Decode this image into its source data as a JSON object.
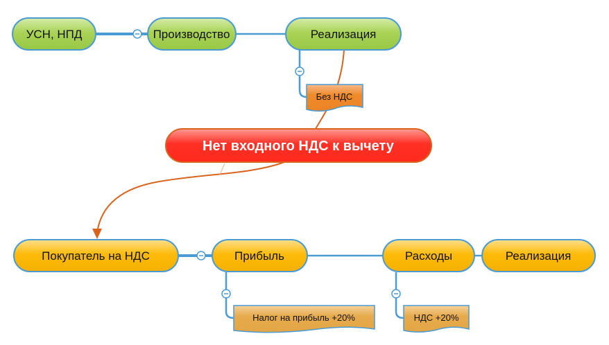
{
  "top_row": {
    "node1": "УСН, НПД",
    "node2": "Производство",
    "node3": "Реализация",
    "note": "Без НДС"
  },
  "central": "Нет входного НДС к вычету",
  "bottom_row": {
    "node1": "Покупатель на НДС",
    "node2": "Прибыль",
    "node3": "Расходы",
    "node4": "Реализация",
    "note_profit": "Налог на прибыль +20%",
    "note_costs": "НДС +20%"
  },
  "colors": {
    "green": "#a4cf4f",
    "yellow": "#fbb900",
    "red": "#ff2a22",
    "orange_note": "#ee8a2a",
    "tan_note": "#e4a94b",
    "connector": "#4a9ad4",
    "relation": "#d8641e"
  }
}
